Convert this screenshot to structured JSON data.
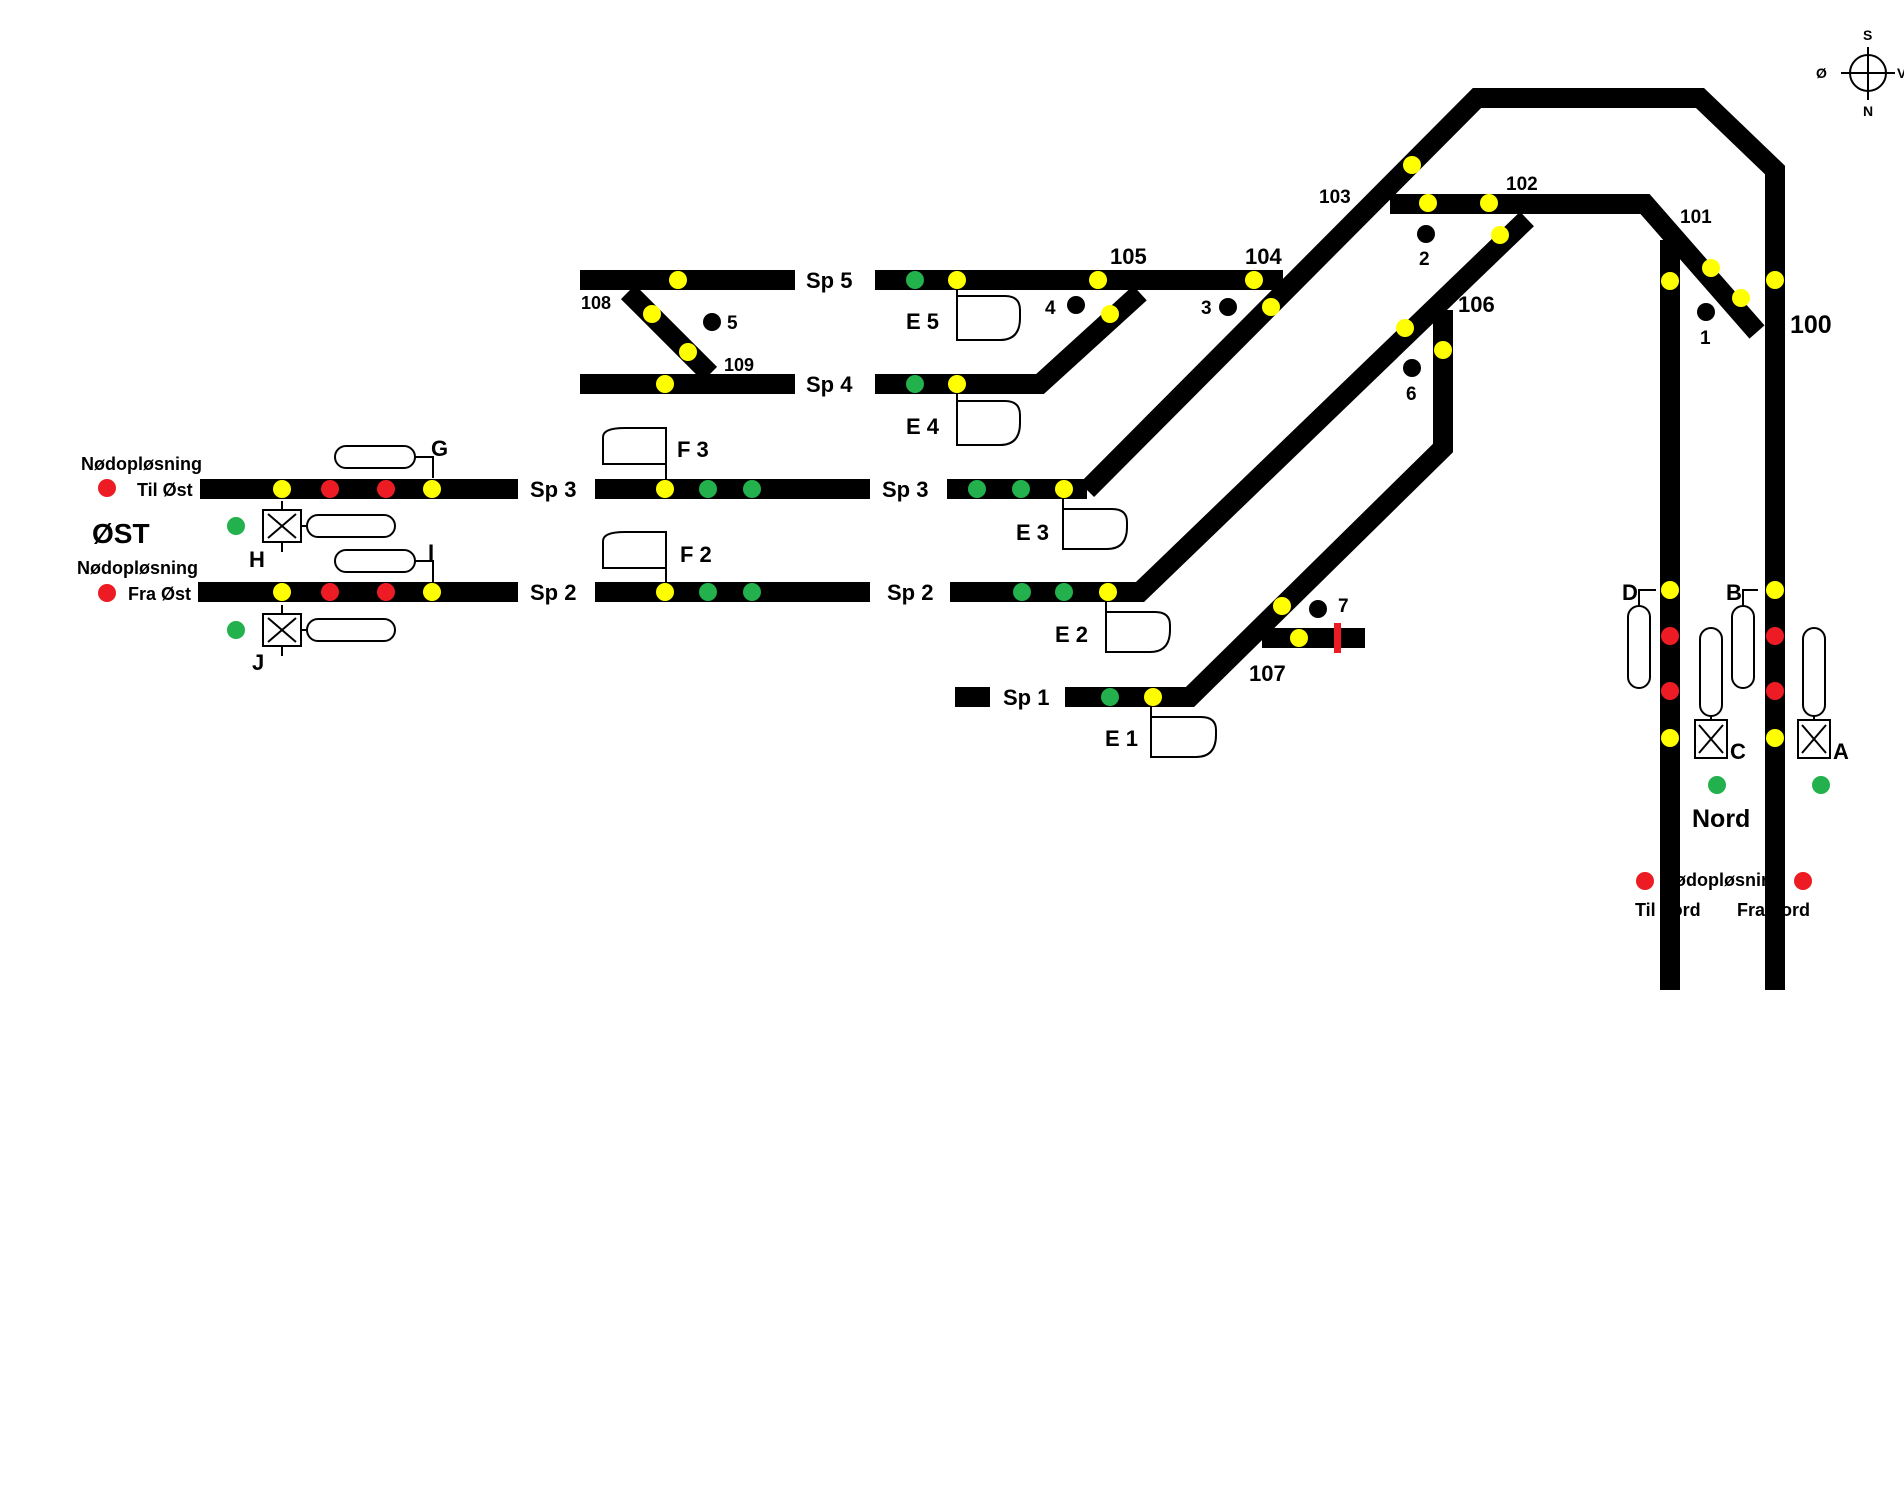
{
  "colors": {
    "track": "#000000",
    "lamp_yellow": "#ffff00",
    "lamp_green": "#22b14c",
    "lamp_red": "#ed1c24",
    "signal_housing_bg": "#ffffff",
    "background": "#ffffff"
  },
  "regions": {
    "east": "ØST",
    "north": "Nord"
  },
  "compass": {
    "north": "N",
    "south": "S",
    "east": "Ø",
    "west": "V"
  },
  "emergency": {
    "label": "Nødopløsning",
    "to_east": "Til Øst",
    "from_east": "Fra Øst",
    "to_north": "Til nord",
    "from_north": "Fra nord"
  },
  "tracks": {
    "sp1": "Sp 1",
    "sp2": "Sp 2",
    "sp3": "Sp 3",
    "sp4": "Sp 4",
    "sp5": "Sp 5"
  },
  "switches": {
    "s100": "100",
    "s101": "101",
    "s102": "102",
    "s103": "103",
    "s104": "104",
    "s105": "105",
    "s106": "106",
    "s107": "107",
    "s108": "108",
    "s109": "109"
  },
  "markers": {
    "m1": "1",
    "m2": "2",
    "m3": "3",
    "m4": "4",
    "m5": "5",
    "m6": "6",
    "m7": "7"
  },
  "signals": {
    "A": "A",
    "B": "B",
    "C": "C",
    "D": "D",
    "E1": "E 1",
    "E2": "E 2",
    "E3": "E 3",
    "E4": "E 4",
    "E5": "E 5",
    "F2": "F 2",
    "F3": "F 3",
    "G": "G",
    "H": "H",
    "I": "I",
    "J": "J"
  }
}
